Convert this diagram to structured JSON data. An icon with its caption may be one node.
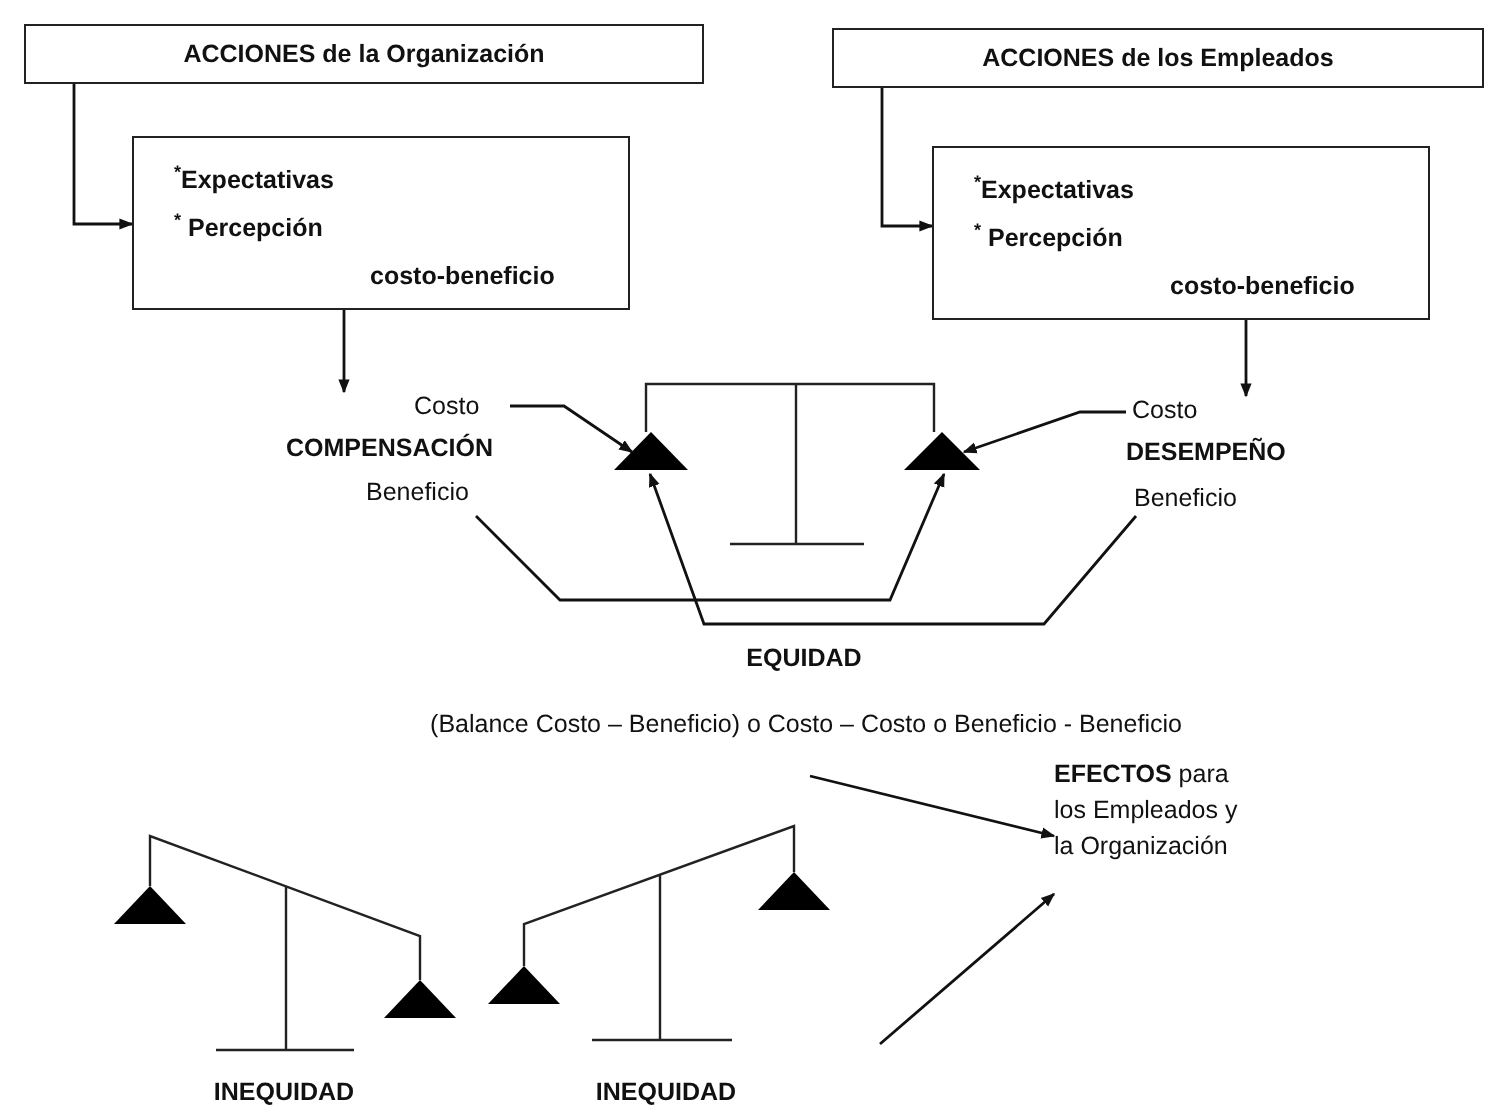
{
  "diagram": {
    "nodes": [
      {
        "text": [
          "ACCIONES de la Organización"
        ]
      },
      {
        "text": [
          "$^{*}$Expectativas",
          "$^{*}$ Percepción",
          "costo-beneficio"
        ]
      },
      {
        "text": [
          "ACCIONES de los Empleados"
        ]
      },
      {
        "text": [
          "$^{*}$Expectativas",
          "$^{*}$ Percepción",
          "costo-beneficio"
        ]
      },
      {
        "text": [
          "Costo",
          "COMPENSACIÓN",
          "Beneficio"
        ]
      },
      {
        "text": [
          "Costo",
          "DESEMPEÑO",
          "Beneficio"
        ]
      },
      {
        "text": [],
        "shape": "triangle"
      },
      {
        "text": [],
        "shape": "triangle"
      },
      {
        "text": [
          "**EFECTOS** para los Empleados y la Organización"
        ]
      }
    ],
    "edges": [
      {
        "from": 0,
        "to": 1,
        "arrow": "to"
      },
      {
        "from": 2,
        "to": 3,
        "arrow": "to"
      },
      {
        "from": 1,
        "to": 4,
        "arrow": "to"
      },
      {
        "from": 3,
        "to": 5,
        "arrow": "to"
      },
      {
        "from": 4,
        "to": 6,
        "arrow": "to"
      },
      {
        "from": 5,
        "to": 7,
        "arrow": "to"
      },
      {
        "from": 4,
        "to": 7,
        "arrow": "to"
      },
      {
        "from": 5,
        "to": 6,
        "arrow": "to"
      },
      {
        "from": null,
        "to": 8,
        "arrow": "to"
      },
      {
        "from": null,
        "to": 8,
        "arrow": "to"
      }
    ],
    "labels": [
      "EQUIDAD",
      "(Balance Costo – Beneficio) o Costo – Costo o Beneficio - Beneficio",
      "INEQUIDAD",
      "INEQUIDAD"
    ]
  }
}
